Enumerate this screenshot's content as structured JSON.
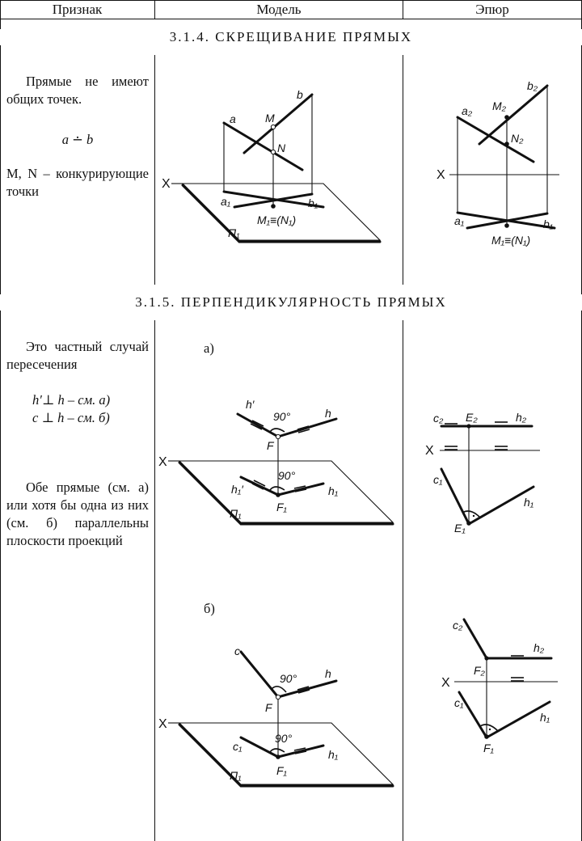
{
  "header": {
    "col1": "Признак",
    "col2": "Модель",
    "col3": "Эпюр"
  },
  "section1": {
    "title": "3.1.4. СКРЕЩИВАНИЕ ПРЯМЫХ",
    "text_p1": "Прямые не имеют общих точек.",
    "formula": "a ∸ b",
    "text_p2": "M, N – конкурирующие точки",
    "model_labels": {
      "x": "X",
      "a": "a",
      "b": "b",
      "M": "M",
      "N": "N",
      "a1": "a₁",
      "b1": "b₁",
      "M1N1": "M₁≡(N₁)",
      "plane": "П₁"
    },
    "epure_labels": {
      "x": "X",
      "a2": "a₂",
      "b2": "b₂",
      "M2": "M₂",
      "N2": "N₂",
      "a1": "a₁",
      "b1": "b₁",
      "M1N1": "M₁≡(N₁)"
    }
  },
  "section2": {
    "title": "3.1.5. ПЕРПЕНДИКУЛЯРНОСТЬ ПРЯМЫХ",
    "text_p1": "Это частный случай пересечения",
    "formula1": "h′⊥ h  –  см. а)",
    "formula2": "c ⊥ h  –  см. б)",
    "text_p2": "Обе прямые (см. а) или хотя бы одна из них (см. б) параллельны плоскости проекций",
    "caption_a": "а)",
    "caption_b": "б)",
    "model_a_labels": {
      "x": "X",
      "h_prime": "h′",
      "angle": "90°",
      "h": "h",
      "F": "F",
      "h1_prime": "h₁′",
      "angle1": "90°",
      "h1": "h₁",
      "F1": "F₁",
      "plane": "П₁"
    },
    "epure_a_labels": {
      "x": "X",
      "c2": "c₂",
      "E2": "E₂",
      "h2": "h₂",
      "c1": "c₁",
      "h1": "h₁",
      "E1": "E₁"
    },
    "model_b_labels": {
      "x": "X",
      "c": "c",
      "angle": "90°",
      "h": "h",
      "F": "F",
      "c1": "c₁",
      "angle1": "90°",
      "h1": "h₁",
      "F1": "F₁",
      "plane": "П₁"
    },
    "epure_b_labels": {
      "x": "X",
      "c2": "c₂",
      "h2": "h₂",
      "F2": "F₂",
      "c1": "c₁",
      "h1": "h₁",
      "F1": "F₁"
    }
  }
}
